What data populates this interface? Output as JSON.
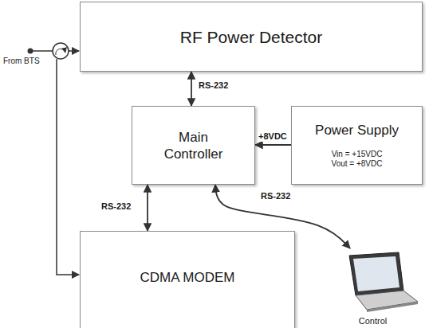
{
  "diagram": {
    "nodes": [
      {
        "text": [
          "RF Power Detector"
        ]
      },
      {
        "text": [
          "Main Controller"
        ]
      },
      {
        "text": [
          "Power Supply",
          "Vin = +15VDC",
          "Vout = +8VDC"
        ]
      },
      {
        "text": [
          "CDMA MODEM"
        ]
      },
      {
        "text": [
          "Control"
        ]
      }
    ],
    "edges": [
      {
        "from": 0,
        "to": 1,
        "arrow": "both",
        "label": "RS-232"
      },
      {
        "from": 2,
        "to": 1,
        "arrow": "to",
        "label": "+8VDC"
      },
      {
        "from": 1,
        "to": 3,
        "arrow": "both",
        "label": "RS-232"
      },
      {
        "from": 1,
        "to": 4,
        "arrow": "both",
        "label": "RS-232"
      }
    ],
    "labels": [
      "From BTS"
    ]
  }
}
